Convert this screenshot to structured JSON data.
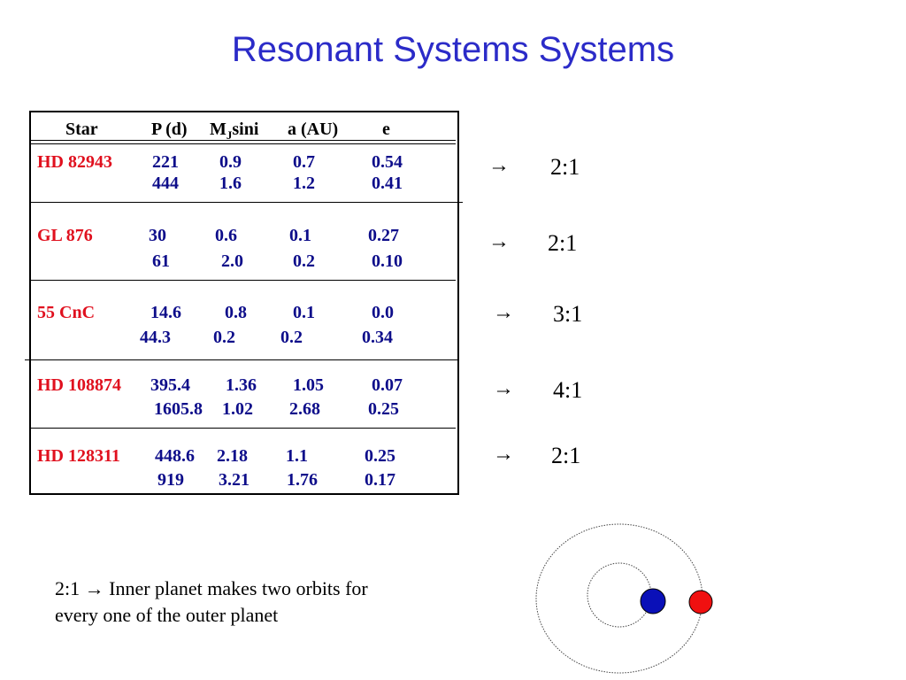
{
  "title": "Resonant Systems Systems",
  "table": {
    "headers": {
      "star": "Star",
      "period": "P (d)",
      "mass_pre": "M",
      "mass_sub": "J",
      "mass_post": "sini",
      "axis": "a (AU)",
      "ecc": "e"
    },
    "rows": [
      {
        "star": "HD 82943",
        "p": "221",
        "m": "0.9",
        "a": "0.7",
        "e": "0.54"
      },
      {
        "star": "",
        "p": "444",
        "m": "1.6",
        "a": "1.2",
        "e": "0.41"
      },
      {
        "star": "GL 876",
        "p": "30",
        "m": "0.6",
        "a": "0.1",
        "e": "0.27"
      },
      {
        "star": "",
        "p": "61",
        "m": "2.0",
        "a": "0.2",
        "e": "0.10"
      },
      {
        "star": "55 CnC",
        "p": "14.6",
        "m": "0.8",
        "a": "0.1",
        "e": "0.0"
      },
      {
        "star": "",
        "p": "44.3",
        "m": "0.2",
        "a": "0.2",
        "e": "0.34"
      },
      {
        "star": "HD 108874",
        "p": "395.4",
        "m": "1.36",
        "a": "1.05",
        "e": "0.07"
      },
      {
        "star": "",
        "p": "1605.8",
        "m": "1.02",
        "a": "2.68",
        "e": "0.25"
      },
      {
        "star": "HD 128311",
        "p": "448.6",
        "m": "2.18",
        "a": "1.1",
        "e": "0.25"
      },
      {
        "star": "",
        "p": "919",
        "m": "3.21",
        "a": "1.76",
        "e": "0.17"
      }
    ]
  },
  "resonances": [
    {
      "arrow": "→",
      "ratio": "2:1"
    },
    {
      "arrow": "→",
      "ratio": "2:1"
    },
    {
      "arrow": "→",
      "ratio": "3:1"
    },
    {
      "arrow": "→",
      "ratio": "4:1"
    },
    {
      "arrow": "→",
      "ratio": "2:1"
    }
  ],
  "caption": {
    "line1": "2:1 → Inner planet makes two orbits for",
    "line2": "every one of the outer planet"
  },
  "colors": {
    "title": "#2b2bc8",
    "star_name": "#e0101e",
    "values": "#0d0d8a",
    "inner_planet": "#0a10b8",
    "outer_planet": "#f01010"
  }
}
